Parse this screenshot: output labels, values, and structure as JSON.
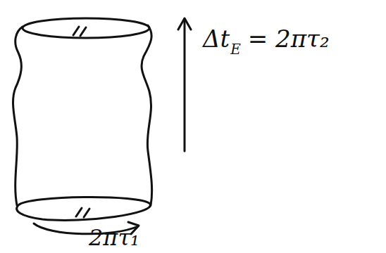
{
  "diagram": {
    "labels": [
      "Δt",
      "E",
      "= 2πτ₂",
      "2πτ₁"
    ]
  }
}
